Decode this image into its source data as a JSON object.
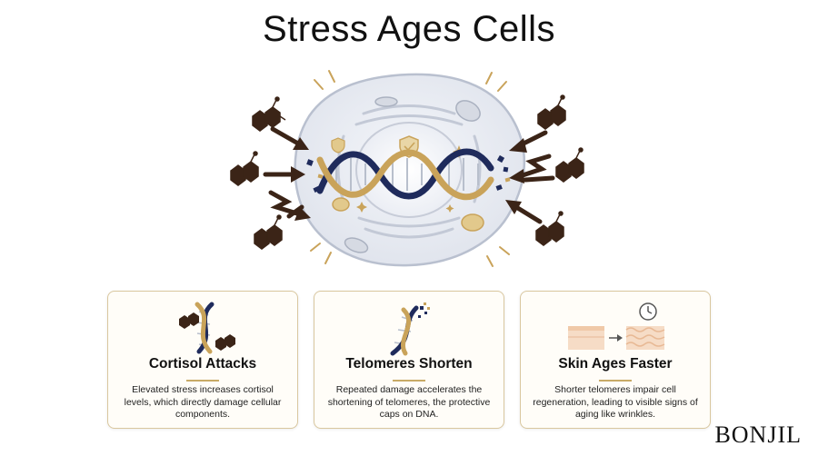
{
  "header": {
    "title": "Stress Ages Cells"
  },
  "cards": [
    {
      "title": "Cortisol Attacks",
      "text": "Elevated stress increases cortisol levels, which directly damage cellular components."
    },
    {
      "title": "Telomeres Shorten",
      "text": "Repeated damage accelerates the shortening of telomeres, the protective caps on DNA."
    },
    {
      "title": "Skin Ages Faster",
      "text": "Shorter telomeres impair cell regeneration, leading to visible signs of aging like wrinkles."
    }
  ],
  "brand": {
    "name": "BONJIL"
  },
  "colors": {
    "dna_navy": "#1f2b5c",
    "dna_gold": "#c9a35a",
    "cortisol": "#3b2417",
    "cell": "#e6e9f0",
    "accent": "#c8aa66"
  },
  "icons": [
    "cortisol-molecule-icon",
    "dna-helix-icon",
    "shield-icon",
    "clock-icon",
    "skin-layer-icon",
    "arrow-right-icon"
  ]
}
